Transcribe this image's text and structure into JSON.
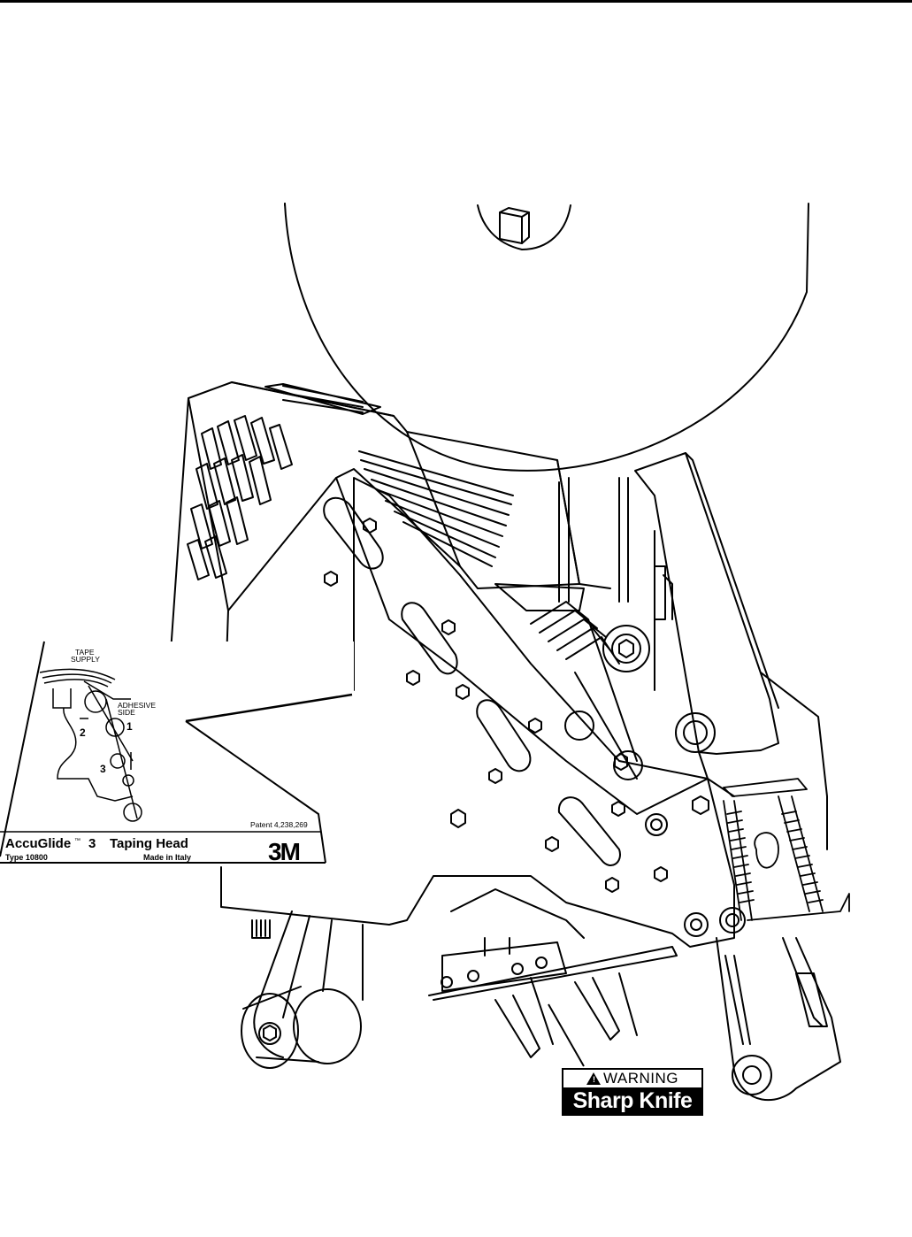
{
  "label": {
    "tape_supply_line1": "TAPE",
    "tape_supply_line2": "SUPPLY",
    "adhesive_line1": "ADHESIVE",
    "adhesive_line2": "SIDE",
    "step1": "1",
    "step2": "2",
    "step3": "3",
    "patent": "Patent 4,238,269",
    "product_name": "AccuGlide",
    "trademark": "™",
    "product_number": "3",
    "product_suffix": "Taping Head",
    "type": "Type 10800",
    "made_in": "Made in Italy",
    "logo": "3M"
  },
  "warning": {
    "symbol": "!",
    "heading": "WARNING",
    "message": "Sharp Knife"
  }
}
